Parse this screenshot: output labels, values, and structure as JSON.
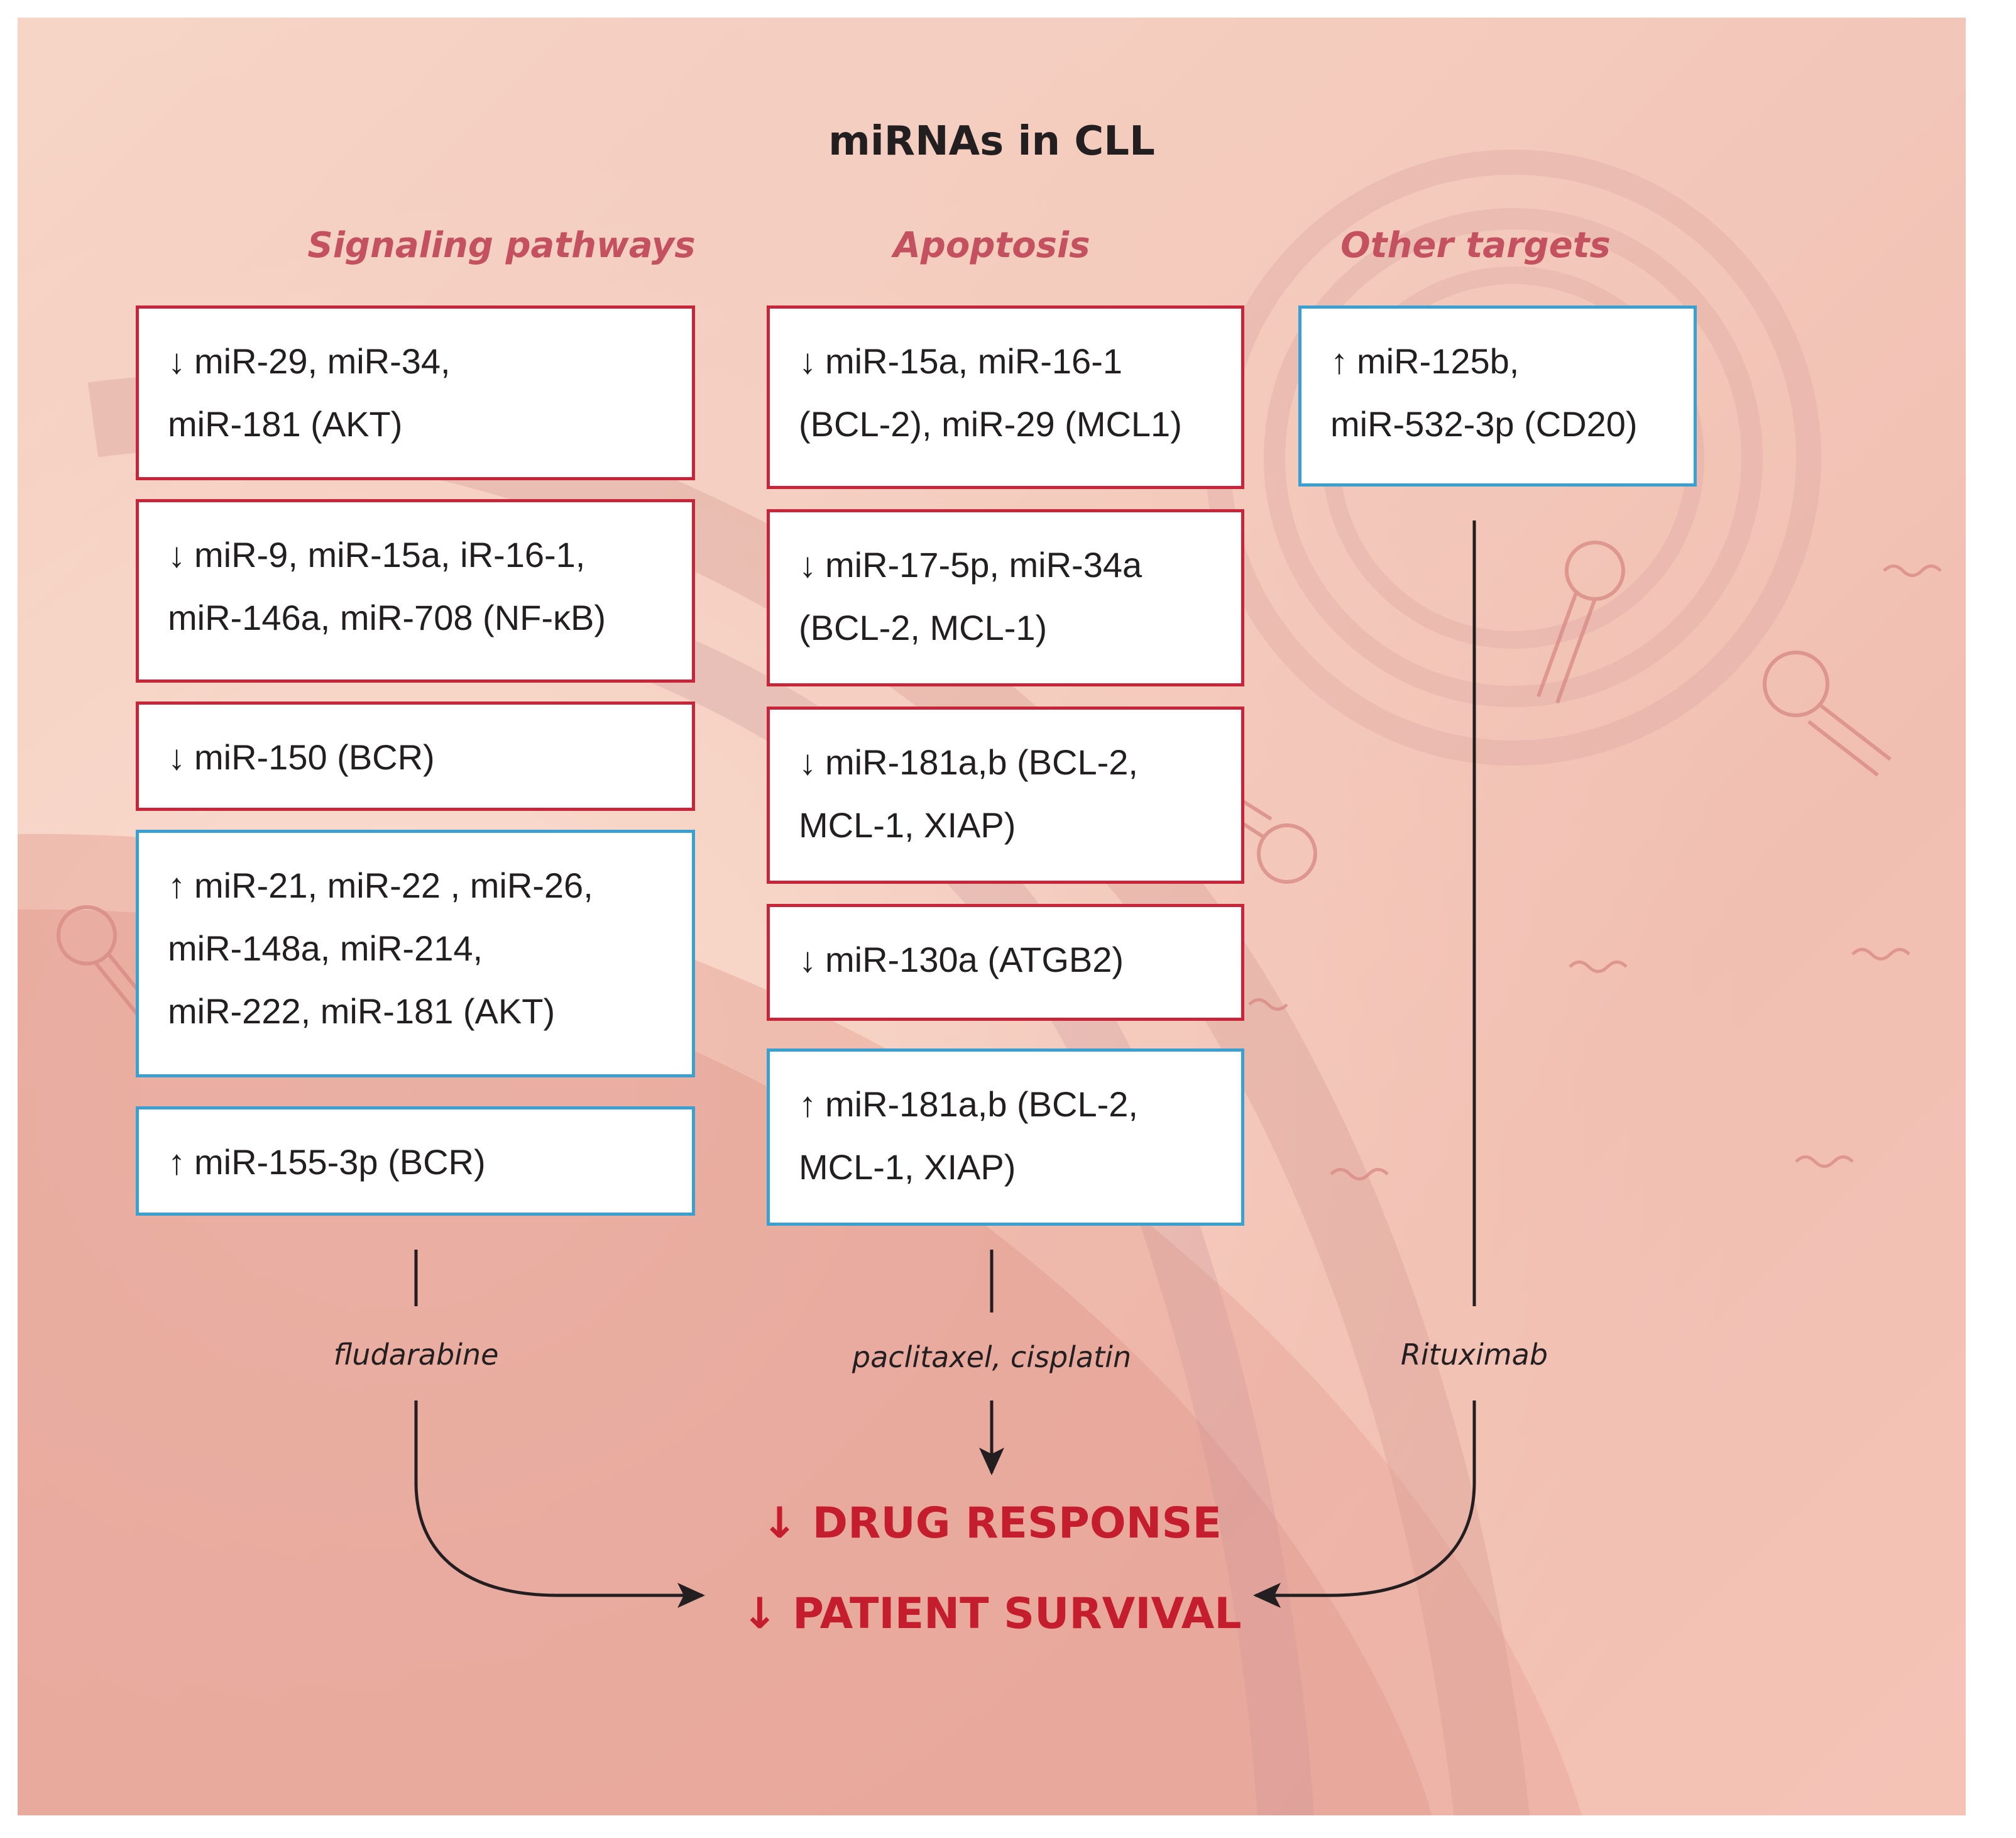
{
  "title": "miRNAs in CLL",
  "columns": [
    {
      "heading": "Signaling pathways",
      "boxes": [
        {
          "direction": "down",
          "arrow": "↓",
          "text": "miR-29, miR-34,\nmiR-181 (AKT)"
        },
        {
          "direction": "down",
          "arrow": "↓",
          "text": "miR-9, miR-15a, iR-16-1,\nmiR-146a, miR-708 (NF-κB)"
        },
        {
          "direction": "down",
          "arrow": "↓",
          "text": "miR-150 (BCR)"
        },
        {
          "direction": "up",
          "arrow": "↑",
          "text": "miR-21, miR-22 , miR-26,\nmiR-148a, miR-214,\nmiR-222, miR-181 (AKT)"
        },
        {
          "direction": "up",
          "arrow": "↑",
          "text": "miR-155-3p (BCR)"
        }
      ],
      "drug": "fludarabine"
    },
    {
      "heading": "Apoptosis",
      "boxes": [
        {
          "direction": "down",
          "arrow": "↓",
          "text": "miR-15a, miR-16-1\n(BCL-2), miR-29 (MCL1)"
        },
        {
          "direction": "down",
          "arrow": "↓",
          "text": "miR-17-5p, miR-34a\n(BCL-2, MCL-1)"
        },
        {
          "direction": "down",
          "arrow": "↓",
          "text": "miR-181a,b (BCL-2,\nMCL-1, XIAP)"
        },
        {
          "direction": "down",
          "arrow": "↓",
          "text": "miR-130a (ATGB2)"
        },
        {
          "direction": "up",
          "arrow": "↑",
          "text": "miR-181a,b (BCL-2,\nMCL-1, XIAP)"
        }
      ],
      "drug": "paclitaxel, cisplatin"
    },
    {
      "heading": "Other targets",
      "boxes": [
        {
          "direction": "up",
          "arrow": "↑",
          "text": "miR-125b,\nmiR-532-3p (CD20)"
        }
      ],
      "drug": "Rituximab"
    }
  ],
  "outcomes": {
    "drug_response": "↓ DRUG RESPONSE",
    "patient_survival": "↓ PATIENT SURVIVAL"
  },
  "colors": {
    "down_border": "#c8253b",
    "up_border": "#3a9fd1",
    "heading": "#c4515f",
    "outcome": "#c41e2e"
  }
}
